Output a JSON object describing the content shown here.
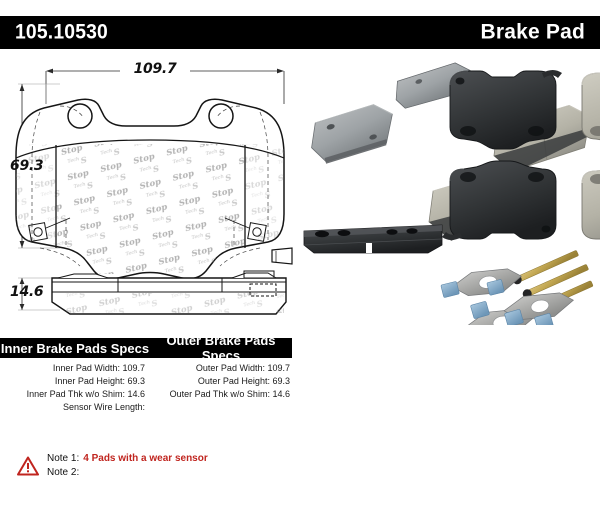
{
  "header": {
    "part_number": "105.10530",
    "product_type": "Brake Pad",
    "background_color": "#000000",
    "text_color": "#ffffff"
  },
  "drawing": {
    "name": "brake-pad-technical-drawing",
    "watermark_text": "StopTech",
    "dimensions": {
      "width_label": "109.7",
      "height_label": "69.3",
      "thickness_label": "14.6"
    }
  },
  "photos": {
    "name": "brake-pad-product-photos",
    "groups": [
      "pad-set-angled-view",
      "pad-set-flat-view",
      "pad-edge-view",
      "hardware-kit"
    ]
  },
  "specs": {
    "inner": {
      "title": "Inner Brake Pads Specs",
      "rows": [
        {
          "label": "Inner Pad Width:",
          "value": "109.7"
        },
        {
          "label": "Inner Pad Height:",
          "value": "69.3"
        },
        {
          "label": "Inner Pad Thk w/o Shim:",
          "value": "14.6"
        },
        {
          "label": "Sensor Wire Length:",
          "value": ""
        }
      ]
    },
    "outer": {
      "title": "Outer Brake Pads Specs",
      "rows": [
        {
          "label": "Outer Pad Width:",
          "value": "109.7"
        },
        {
          "label": "Outer Pad Height:",
          "value": "69.3"
        },
        {
          "label": "Outer Pad Thk w/o Shim:",
          "value": "14.6"
        }
      ]
    }
  },
  "notes": {
    "icon": "warning-triangle-icon",
    "icon_color": "#c0251f",
    "items": [
      {
        "label": "Note 1:",
        "value": "4 Pads with a wear sensor"
      },
      {
        "label": "Note 2:",
        "value": ""
      }
    ]
  }
}
